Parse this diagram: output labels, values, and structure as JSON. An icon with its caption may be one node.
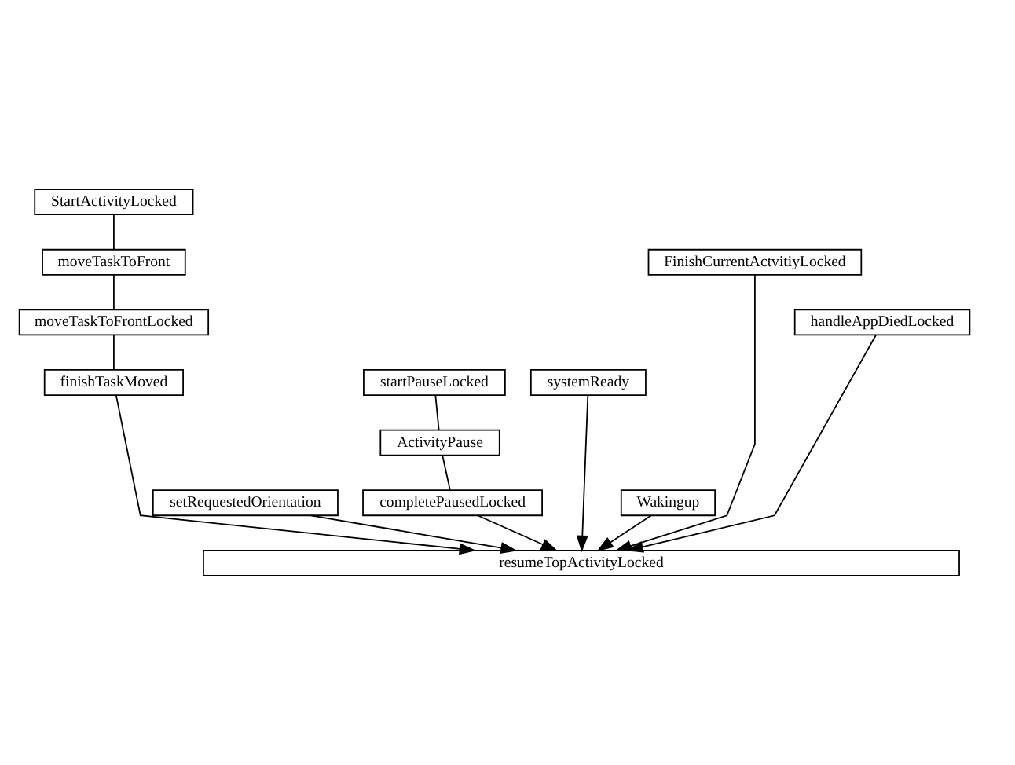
{
  "diagram": {
    "nodes": [
      {
        "text": [
          "StartActivityLocked"
        ]
      },
      {
        "text": [
          "moveTaskToFront"
        ]
      },
      {
        "text": [
          "moveTaskToFrontLocked"
        ]
      },
      {
        "text": [
          "finishTaskMoved"
        ]
      },
      {
        "text": [
          "setRequestedOrientation"
        ]
      },
      {
        "text": [
          "systemReady"
        ]
      },
      {
        "text": [
          "FinishCurrentActvitiyLocked"
        ]
      },
      {
        "text": [
          "startPauseLocked"
        ]
      },
      {
        "text": [
          "ActivityPause"
        ]
      },
      {
        "text": [
          "completePausedLocked"
        ]
      },
      {
        "text": [
          "handleAppDiedLocked"
        ]
      },
      {
        "text": [
          "Wakingup"
        ]
      },
      {
        "text": [
          "resumeTopActivityLocked"
        ]
      }
    ],
    "edges": [
      {
        "from": 0,
        "to": 1,
        "arrow": "none"
      },
      {
        "from": 1,
        "to": 2,
        "arrow": "none"
      },
      {
        "from": 2,
        "to": 3,
        "arrow": "none"
      },
      {
        "from": 3,
        "to": 12,
        "arrow": "to"
      },
      {
        "from": 4,
        "to": 12,
        "arrow": "to"
      },
      {
        "from": 5,
        "to": 12,
        "arrow": "to"
      },
      {
        "from": 6,
        "to": 12,
        "arrow": "to"
      },
      {
        "from": 7,
        "to": 8,
        "arrow": "none"
      },
      {
        "from": 8,
        "to": 9,
        "arrow": "none"
      },
      {
        "from": 9,
        "to": 12,
        "arrow": "to"
      },
      {
        "from": 10,
        "to": 12,
        "arrow": "to"
      },
      {
        "from": 11,
        "to": 12,
        "arrow": "to"
      }
    ]
  }
}
